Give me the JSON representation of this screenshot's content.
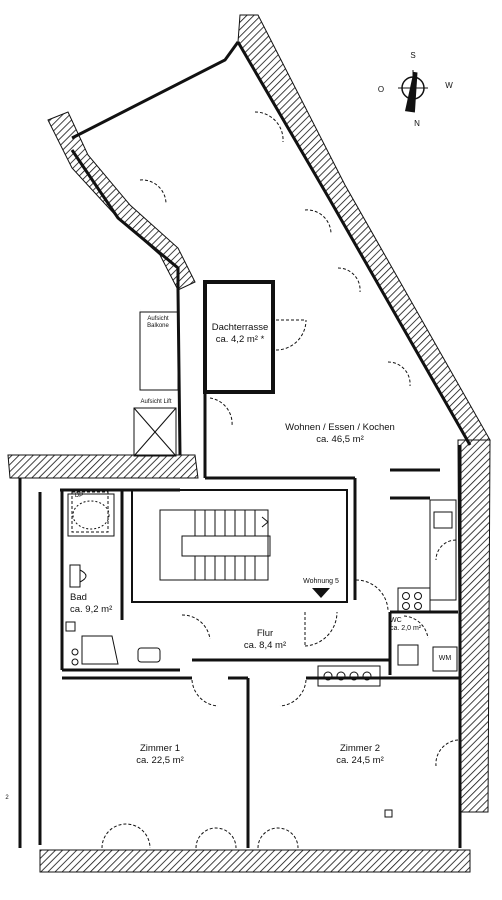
{
  "rooms": {
    "dachterrasse": {
      "name": "Dachterrasse",
      "area": "ca. 4,2 m² *"
    },
    "wohnen": {
      "name": "Wohnen / Essen / Kochen",
      "area": "ca. 46,5 m²"
    },
    "bad": {
      "name": "Bad",
      "area": "ca. 9,2 m²"
    },
    "flur": {
      "name": "Flur",
      "area": "ca. 8,4 m²"
    },
    "wc": {
      "name": "WC",
      "area": "ca. 2,0 m²"
    },
    "zimmer1": {
      "name": "Zimmer 1",
      "area": "ca. 22,5 m²"
    },
    "zimmer2": {
      "name": "Zimmer 2",
      "area": "ca. 24,5 m²"
    }
  },
  "labels": {
    "aufsicht_balkone": "Aufsicht\nBalkone",
    "aufsicht_lift": "Aufsicht Lift",
    "wohnung": "Wohnung 5",
    "wm": "WM",
    "dp": "DP",
    "margin_mark": "2"
  },
  "compass": {
    "north": "N",
    "south": "S",
    "east": "O",
    "west": "W"
  }
}
